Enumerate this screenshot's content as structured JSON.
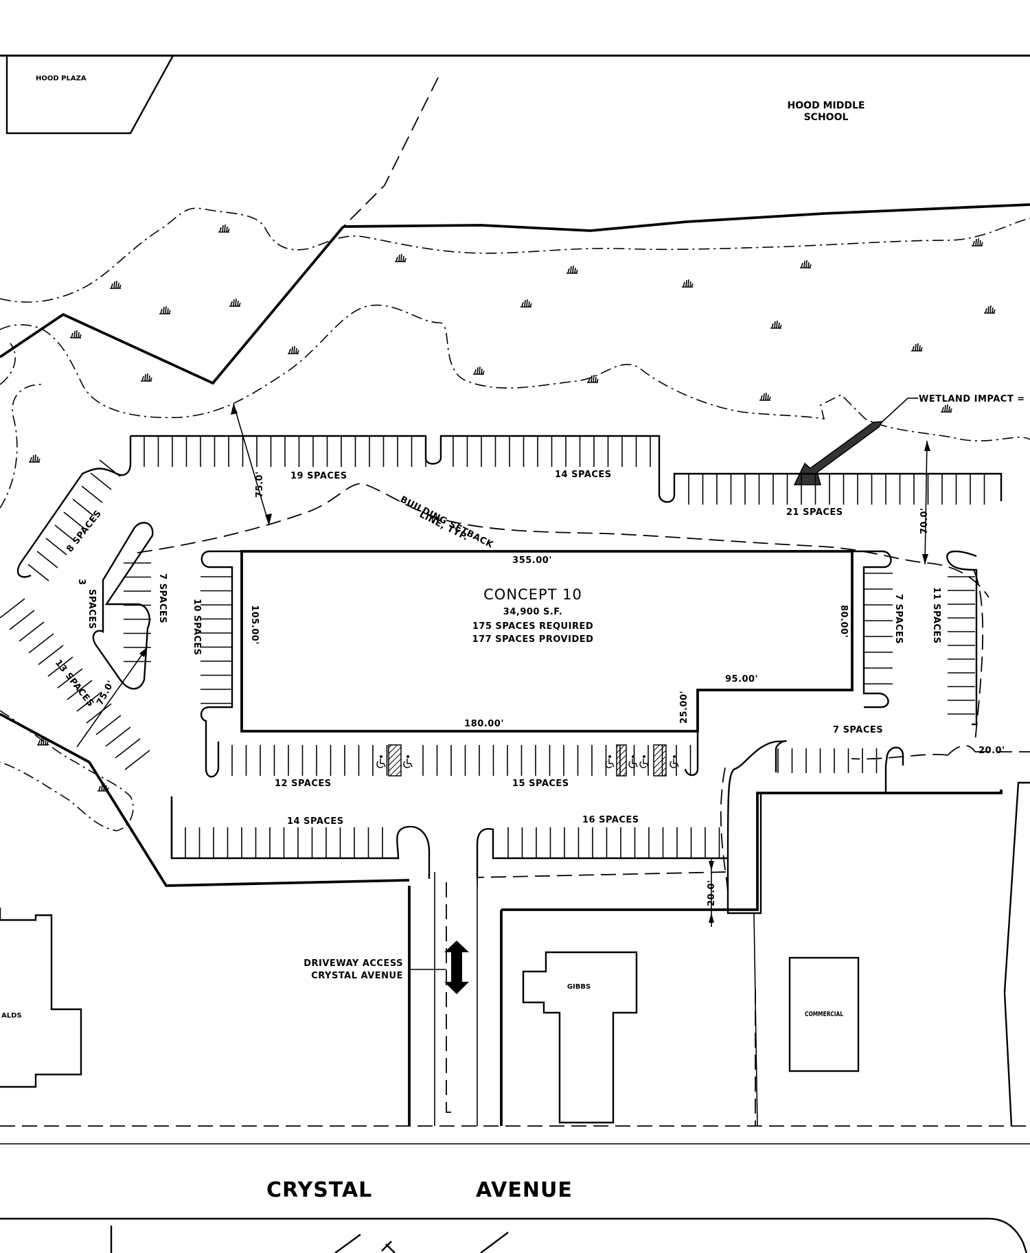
{
  "labels": {
    "hood_plaza": "HOOD PLAZA",
    "hood_middle_school_1": "HOOD MIDDLE",
    "hood_middle_school_2": "SCHOOL",
    "wetland_impact": "WETLAND IMPACT = ",
    "building_setback_1": "BUILDING SETBACK",
    "building_setback_2": "LINE, TYP.",
    "concept_title": "CONCEPT 10",
    "concept_sf": "34,900 S.F.",
    "concept_required": "175 SPACES REQUIRED",
    "concept_provided": "177 SPACES PROVIDED",
    "dim_355": "355.00'",
    "dim_105": "105.00'",
    "dim_80": "80.00'",
    "dim_95": "95.00'",
    "dim_25": "25.00'",
    "dim_180": "180.00'",
    "dim_75_top": "75.0'",
    "dim_75_left": "75.0'",
    "dim_70": "70.0'",
    "dim_20_right": "20.0'",
    "dim_20_bottom": "20.0'",
    "spaces_19": "19 SPACES",
    "spaces_14_top": "14 SPACES",
    "spaces_21": "21 SPACES",
    "spaces_8": "8 SPACES",
    "spaces_3a": "3",
    "spaces_3b": "SPACES",
    "spaces_7_left": "7 SPACES",
    "spaces_10": "10 SPACES",
    "spaces_13": "13 SPACES",
    "spaces_7_right": "7 SPACES",
    "spaces_11": "11 SPACES",
    "spaces_7_bottom_right": "7 SPACES",
    "spaces_12": "12 SPACES",
    "spaces_15": "15 SPACES",
    "spaces_14_bottom": "14 SPACES",
    "spaces_16": "16 SPACES",
    "driveway_1": "DRIVEWAY ACCESS",
    "driveway_2": "CRYSTAL AVENUE",
    "gibbs": "GIBBS",
    "commercial": "COMMERCIAL",
    "mcdonalds_fragment": "ALDS",
    "road_crystal": "CRYSTAL",
    "road_avenue": "AVENUE"
  },
  "icons": {
    "wetland_symbol": "marsh-tuft-icon",
    "handicap_symbol": "accessible-space-icon"
  },
  "colors": {
    "line": "#000000",
    "background": "#ffffff"
  }
}
